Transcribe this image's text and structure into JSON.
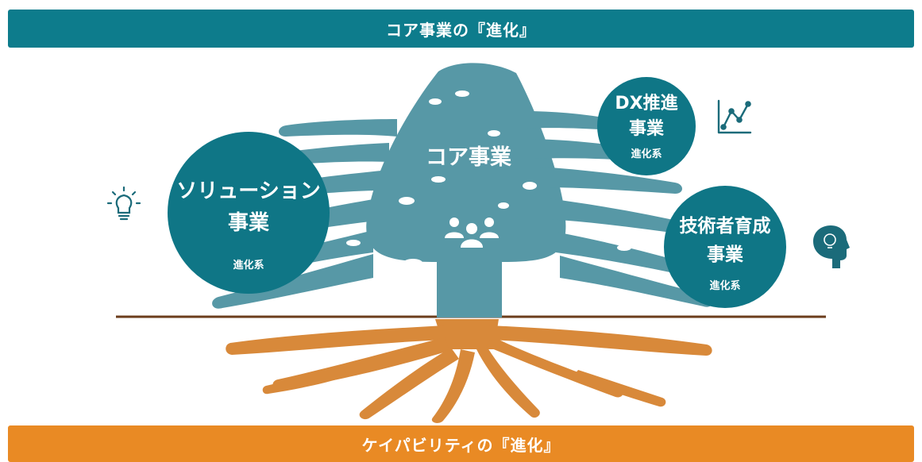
{
  "header": {
    "title": "コア事業の『進化』"
  },
  "footer": {
    "title": "ケイパビリティの『進化』"
  },
  "core": {
    "label": "コア事業"
  },
  "branches": {
    "dx": {
      "line1": "DX推進",
      "line2": "事業",
      "tag": "進化系"
    },
    "solution": {
      "line1": "ソリューション",
      "line2": "事業",
      "tag": "進化系"
    },
    "engineer": {
      "line1": "技術者育成",
      "line2": "事業",
      "tag": "進化系"
    }
  },
  "colors": {
    "teal_banner": "#0d7c8c",
    "tree": "#5798a6",
    "circle": "#0f7686",
    "roots": "#d8893a",
    "orange_banner": "#e98a24",
    "ground": "#6b3d1c",
    "icon": "#1b6b7a"
  },
  "icons": [
    "lightbulb-icon",
    "line-chart-icon",
    "head-idea-icon",
    "people-group-icon"
  ]
}
